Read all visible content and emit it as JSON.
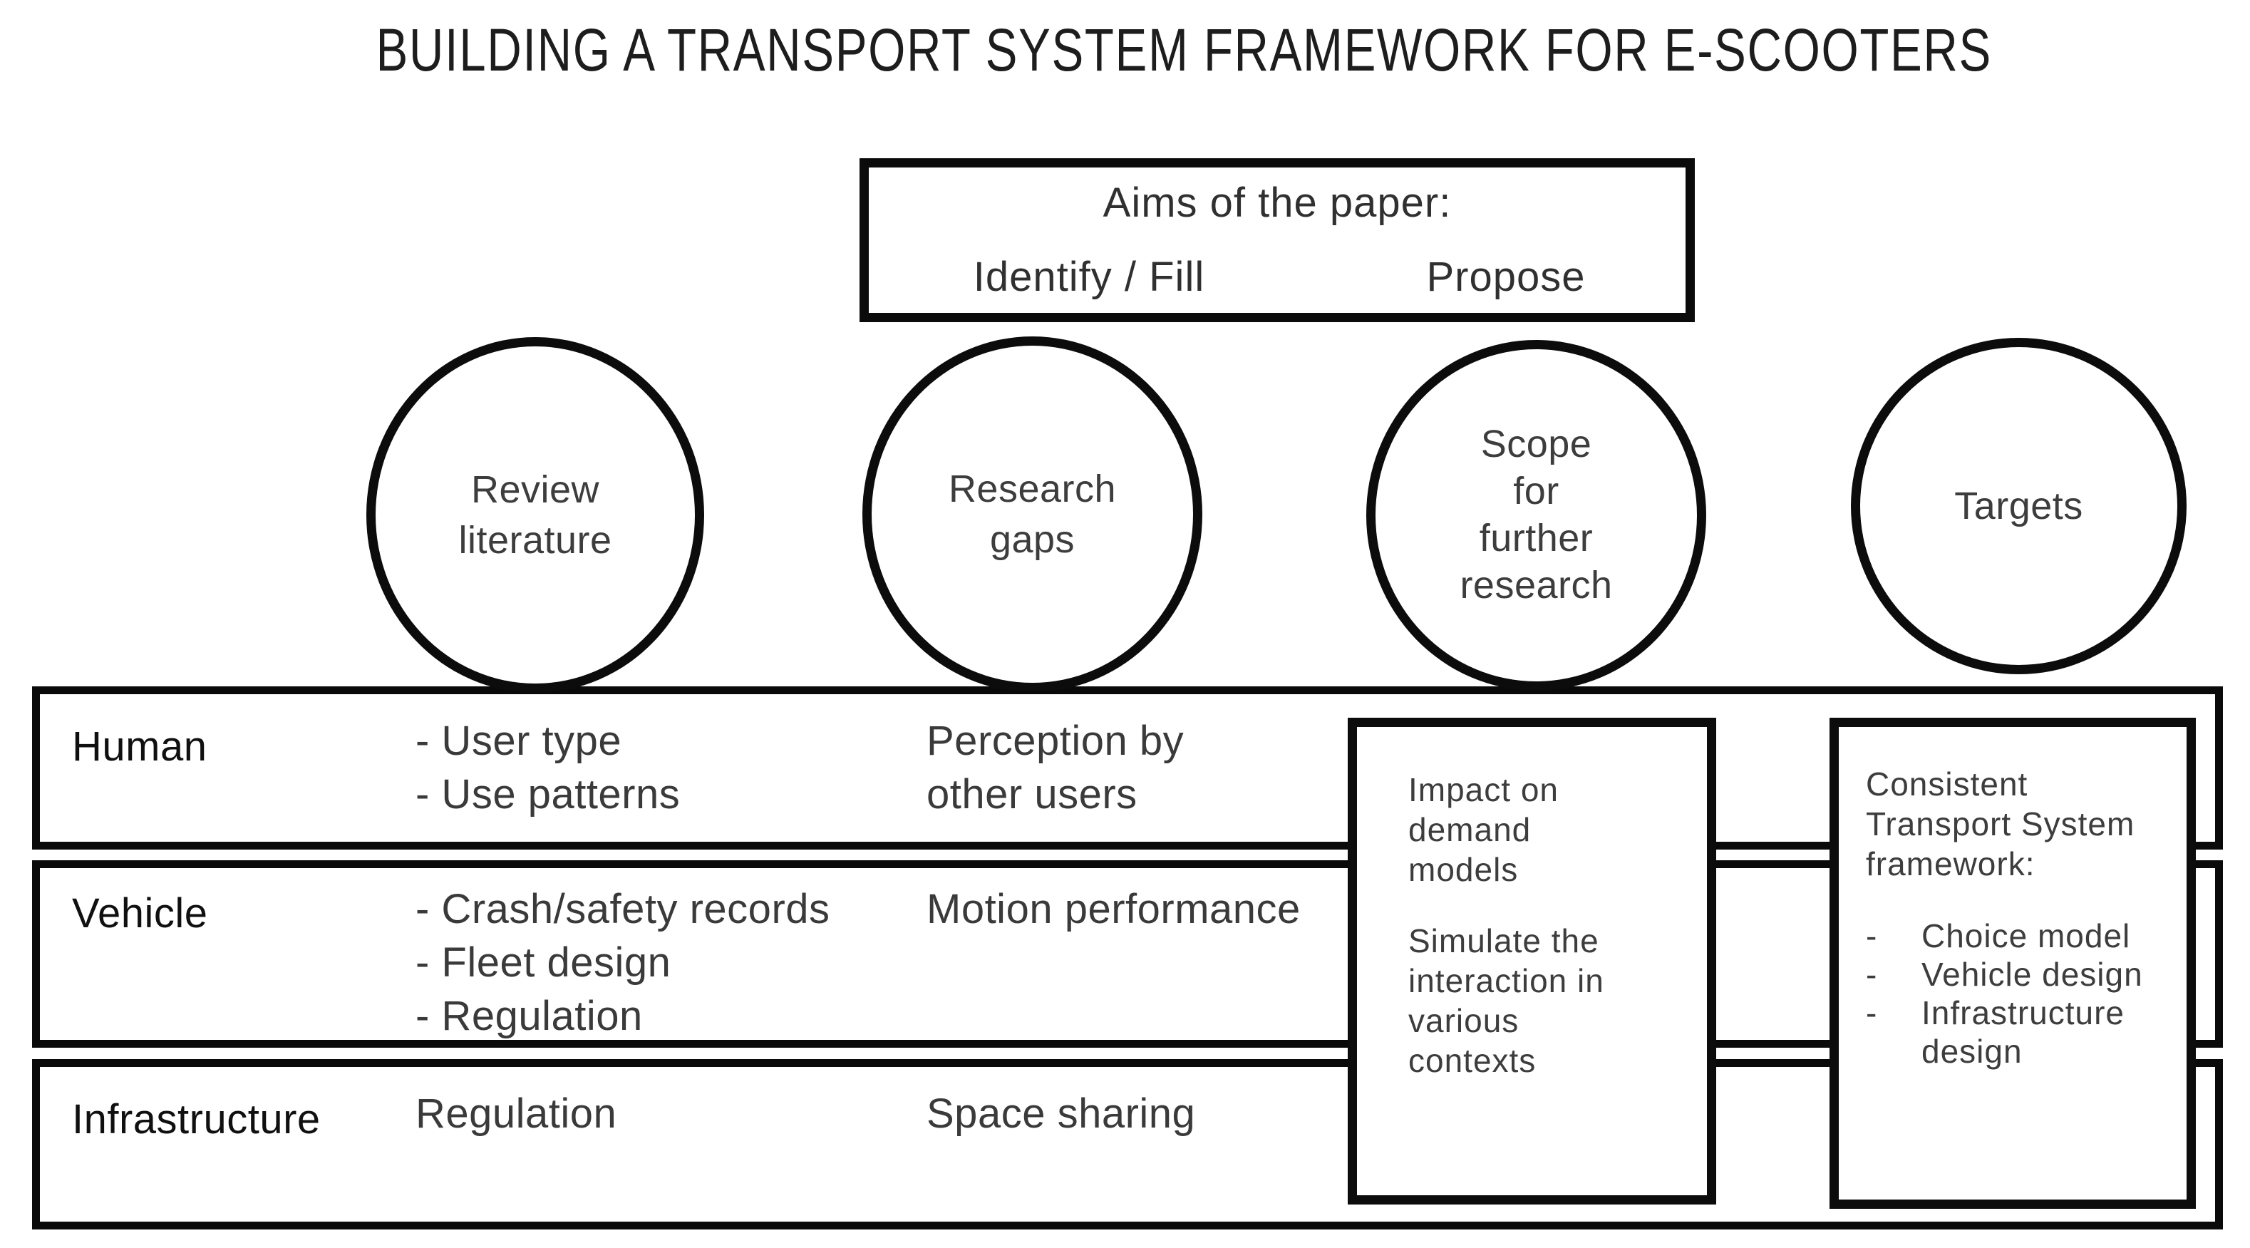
{
  "title": "BUILDING A TRANSPORT SYSTEM FRAMEWORK FOR E-SCOOTERS",
  "aims_box": {
    "heading": "Aims of the paper:",
    "left_label": "Identify / Fill",
    "right_label": "Propose"
  },
  "stages": [
    {
      "label": "Review\nliterature"
    },
    {
      "label": "Research\ngaps"
    },
    {
      "label": "Scope\nfor\nfurther\nresearch"
    },
    {
      "label": "Targets"
    }
  ],
  "rows": [
    {
      "label": "Human",
      "literature_items": [
        "- User type",
        "- Use patterns"
      ],
      "gap_text": "Perception by\nother users"
    },
    {
      "label": "Vehicle",
      "literature_items": [
        "- Crash/safety records",
        "- Fleet design",
        "- Regulation"
      ],
      "gap_text": "Motion performance"
    },
    {
      "label": "Infrastructure",
      "literature_items": [
        "Regulation"
      ],
      "gap_text": "Space sharing"
    }
  ],
  "scope_box": {
    "paragraphs": [
      "Impact on\ndemand\nmodels",
      "Simulate the\ninteraction in\nvarious\ncontexts"
    ]
  },
  "targets_box": {
    "heading": "Consistent\nTransport System\nframework:",
    "bullet": "-",
    "items": [
      "Choice model",
      "Vehicle design",
      "Infrastructure design"
    ]
  },
  "colors": {
    "ink": "#0b0b0b",
    "text": "#3d3d3d",
    "background": "#ffffff"
  }
}
